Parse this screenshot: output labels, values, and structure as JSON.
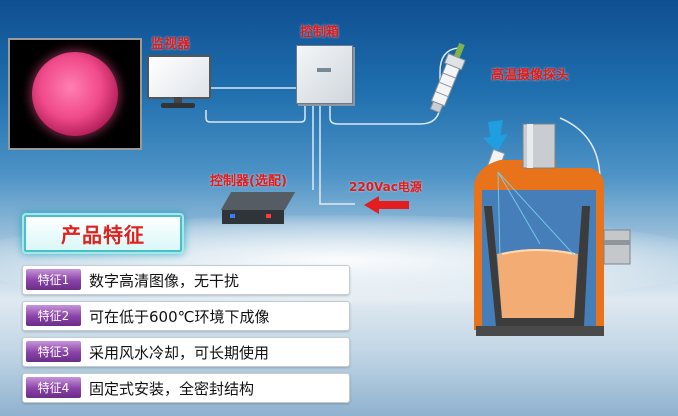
{
  "labels": {
    "monitor": "监视器",
    "control_box": "控制箱",
    "camera_probe": "高温摄像探头",
    "controller": "控制器(选配)",
    "power": "220Vac电源"
  },
  "features_title": "产品特征",
  "features": [
    {
      "tag": "特征1",
      "text": "数字高清图像，无干扰"
    },
    {
      "tag": "特征2",
      "text": "可在低于600℃环境下成像"
    },
    {
      "tag": "特征3",
      "text": "采用风水冷却，可长期使用"
    },
    {
      "tag": "特征4",
      "text": "固定式安装，全密封结构"
    }
  ],
  "colors": {
    "label_red": "#e01b1b",
    "tag_purple": "#8a42a8",
    "furnace_orange": "#e8731a",
    "molten": "#f3ad74"
  }
}
